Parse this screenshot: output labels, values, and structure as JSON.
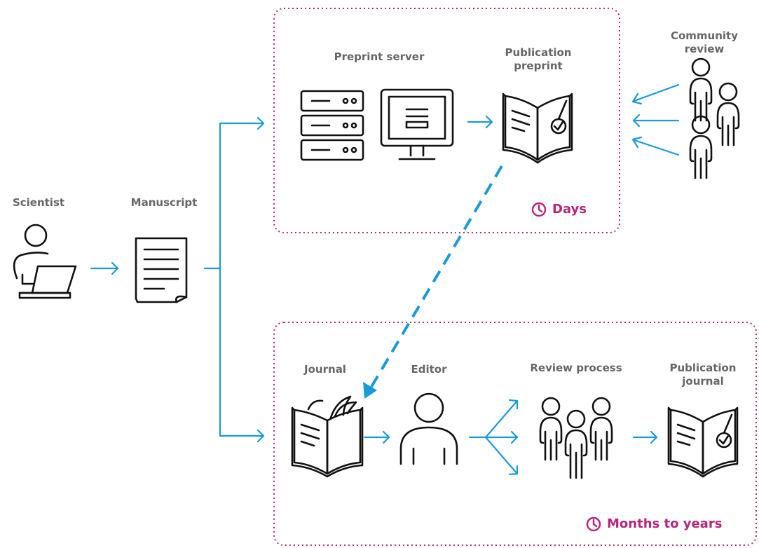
{
  "colors": {
    "arrow": "#1A9AD7",
    "accent": "#B5267A",
    "label": "#666666",
    "icon": "#111111"
  },
  "actors": {
    "scientist": {
      "label": "Scientist",
      "icon": "scientist-laptop-icon"
    },
    "manuscript": {
      "label": "Manuscript",
      "icon": "document-icon"
    }
  },
  "preprint_track": {
    "server_label": "Preprint server",
    "publication_label": "Publication\npreprint",
    "community_label": "Community\nreview",
    "timeframe": "Days",
    "icons": [
      "server-rack-icon",
      "monitor-icon",
      "open-book-check-icon",
      "community-people-icon",
      "clock-icon"
    ]
  },
  "journal_track": {
    "journal_label": "Journal",
    "editor_label": "Editor",
    "review_label": "Review process",
    "publication_label": "Publication\njournal",
    "timeframe": "Months to years",
    "icons": [
      "journal-book-icon",
      "editor-person-icon",
      "reviewers-group-icon",
      "open-book-check-icon",
      "clock-icon"
    ]
  }
}
